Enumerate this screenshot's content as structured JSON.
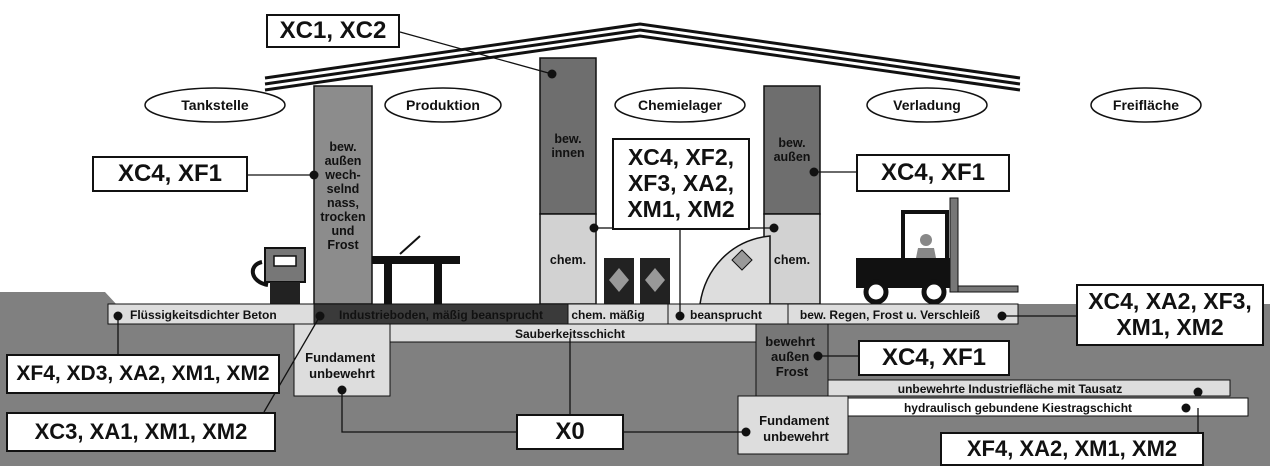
{
  "areas": {
    "tankstelle": "Tankstelle",
    "produktion": "Produktion",
    "chemielager": "Chemielager",
    "verladung": "Verladung",
    "freiflaeche": "Freifläche"
  },
  "columns": {
    "left_text": "bew.\naußen\nwech-\nselnd\nnass,\ntrocken\nund\nFrost",
    "middle_top": "bew.\ninnen",
    "middle_bottom": "chem.",
    "right_top": "bew.\naußen",
    "right_bottom": "chem."
  },
  "floor": {
    "beton": "Flüssigkeitsdichter Beton",
    "industrieboden": "Industrieboden, mäßig beansprucht",
    "chem_maessig": "chem. mäßig",
    "beansprucht": "beansprucht",
    "regen": "bew. Regen, Frost u. Verschleiß",
    "sauberkeit": "Sauberkeitsschicht",
    "fundament_left": "Fundament\nunbewehrt",
    "fundament_right": "Fundament\nunbewehrt",
    "bewehrt": "bewehrt\naußen\nFrost",
    "tausatz": "unbewehrte Industriefläche mit Tausatz",
    "kies": "hydraulisch gebundene Kiestragschicht"
  },
  "exposure_boxes": {
    "roof": "XC1, XC2",
    "left_column": "XC4, XF1",
    "center": "XC4, XF2,\nXF3, XA2,\nXM1, XM2",
    "right_column": "XC4, XF1",
    "right_floor": "XC4, XA2, XF3,\nXM1, XM2",
    "right_wall": "XC4, XF1",
    "left_floor": "XF4, XD3, XA2, XM1, XM2",
    "left_foundation": "XC3, XA1, XM1, XM2",
    "foundations": "X0",
    "bottom_right": "XF4, XA2, XM1, XM2"
  }
}
